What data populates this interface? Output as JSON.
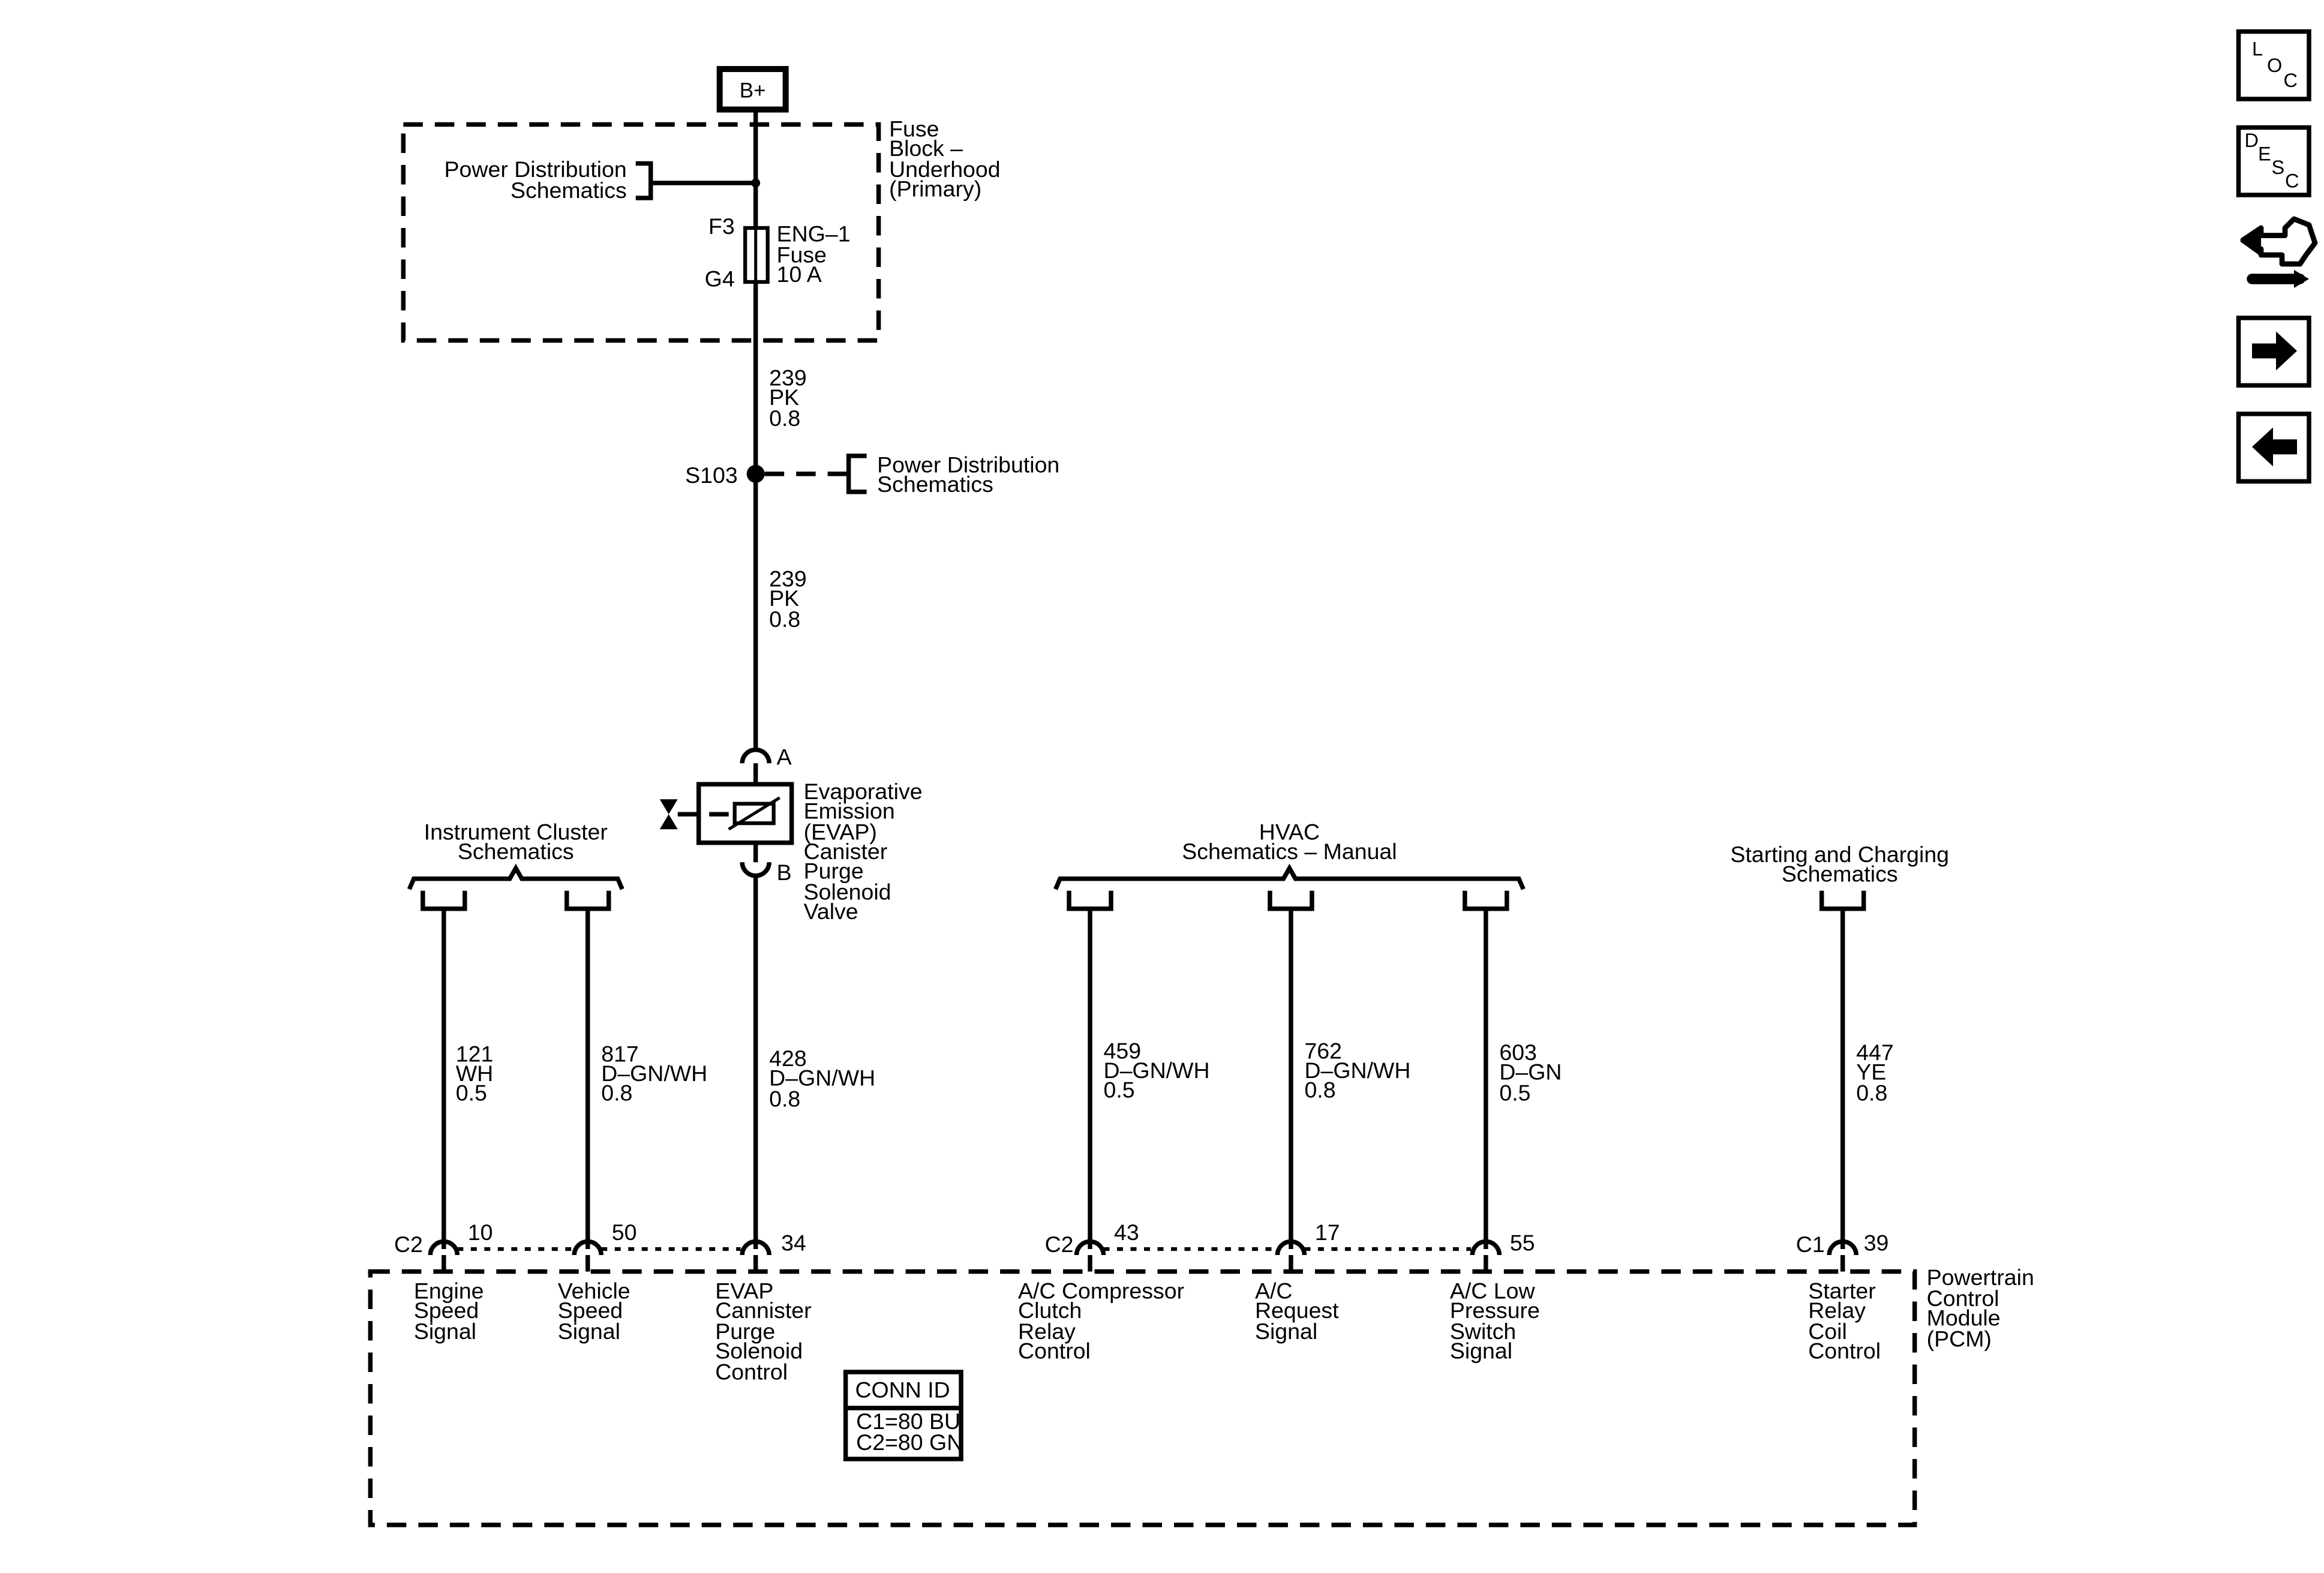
{
  "fuse_block": {
    "supply": "B+",
    "name_lines": [
      "Fuse",
      "Block –",
      "Underhood",
      "(Primary)"
    ],
    "power_ref_lines": [
      "Power Distribution",
      "Schematics"
    ],
    "fuse_pin_top": "F3",
    "fuse_pin_bottom": "G4",
    "fuse_label_lines": [
      "ENG–1",
      "Fuse",
      "10 A"
    ]
  },
  "wire_top": [
    "239",
    "PK",
    "0.8"
  ],
  "splice": {
    "id": "S103",
    "ref_lines": [
      "Power Distribution",
      "Schematics"
    ]
  },
  "wire_mid": [
    "239",
    "PK",
    "0.8"
  ],
  "solenoid": {
    "pin_a": "A",
    "pin_b": "B",
    "label_lines": [
      "Evaporative",
      "Emission",
      "(EVAP)",
      "Canister",
      "Purge",
      "Solenoid",
      "Valve"
    ]
  },
  "references": {
    "instrument_cluster": [
      "Instrument Cluster",
      "Schematics"
    ],
    "hvac": [
      "HVAC",
      "Schematics – Manual"
    ],
    "starting_charging": [
      "Starting and Charging",
      "Schematics"
    ]
  },
  "circuits": [
    {
      "wire": [
        "121",
        "WH",
        "0.5"
      ],
      "conn": "C2",
      "pin": "10",
      "label": [
        "Engine",
        "Speed",
        "Signal"
      ]
    },
    {
      "wire": [
        "817",
        "D–GN/WH",
        "0.8"
      ],
      "conn": "",
      "pin": "50",
      "label": [
        "Vehicle",
        "Speed",
        "Signal"
      ]
    },
    {
      "wire": [
        "428",
        "D–GN/WH",
        "0.8"
      ],
      "conn": "",
      "pin": "34",
      "label": [
        "EVAP",
        "Cannister",
        "Purge",
        "Solenoid",
        "Control"
      ]
    },
    {
      "wire": [
        "459",
        "D–GN/WH",
        "0.5"
      ],
      "conn": "C2",
      "pin": "43",
      "label": [
        "A/C Compressor",
        "Clutch",
        "Relay",
        "Control"
      ]
    },
    {
      "wire": [
        "762",
        "D–GN/WH",
        "0.8"
      ],
      "conn": "",
      "pin": "17",
      "label": [
        "A/C",
        "Request",
        "Signal"
      ]
    },
    {
      "wire": [
        "603",
        "D–GN",
        "0.5"
      ],
      "conn": "",
      "pin": "55",
      "label": [
        "A/C Low",
        "Pressure",
        "Switch",
        "Signal"
      ]
    },
    {
      "wire": [
        "447",
        "YE",
        "0.8"
      ],
      "conn": "C1",
      "pin": "39",
      "label": [
        "Starter",
        "Relay",
        "Coil",
        "Control"
      ]
    }
  ],
  "pcm": {
    "name_lines": [
      "Powertrain",
      "Control",
      "Module",
      "(PCM)"
    ],
    "conn_id_title": "CONN ID",
    "conn_id_lines": [
      "C1=80 BU",
      "C2=80 GN"
    ]
  },
  "nav": {
    "loc": [
      "L",
      "O",
      "C"
    ],
    "desc": [
      "D",
      "E",
      "S",
      "C"
    ],
    "icons": [
      "connector-end-view-icon",
      "next-arrow-icon",
      "previous-arrow-icon"
    ]
  }
}
